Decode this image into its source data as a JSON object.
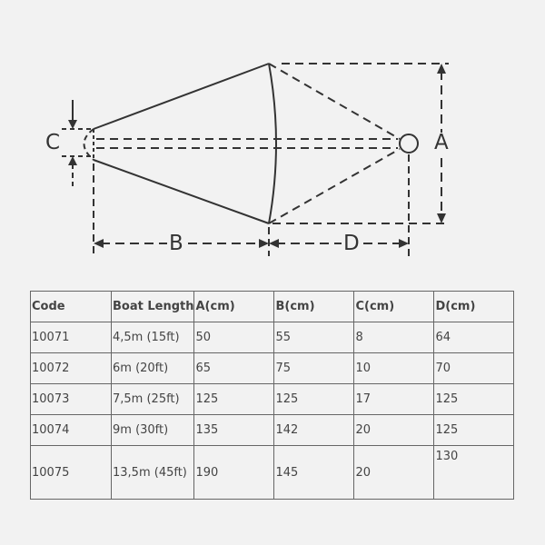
{
  "diagram": {
    "labels": {
      "a": "A",
      "b": "B",
      "c": "C",
      "d": "D"
    },
    "line_color": "#333333"
  },
  "table": {
    "headers": [
      "Code",
      "Boat Length",
      "A(cm)",
      "B(cm)",
      "C(cm)",
      "D(cm)"
    ],
    "rows": [
      [
        "10071",
        "4,5m (15ft)",
        "50",
        "55",
        "8",
        "64"
      ],
      [
        "10072",
        "6m (20ft)",
        "65",
        "75",
        "10",
        "70"
      ],
      [
        "10073",
        "7,5m (25ft)",
        "125",
        "125",
        "17",
        "125"
      ],
      [
        "10074",
        "9m (30ft)",
        "135",
        "142",
        "20",
        "125"
      ],
      [
        "10075",
        "13,5m (45ft)",
        "190",
        "145",
        "20",
        "130"
      ]
    ]
  }
}
